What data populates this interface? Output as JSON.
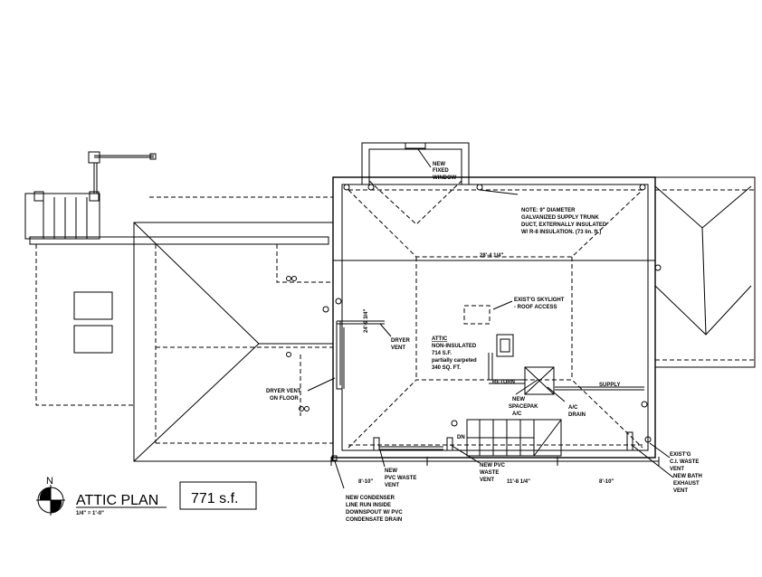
{
  "title": {
    "name": "ATTIC PLAN",
    "scale": "1/4\" = 1'-0\"",
    "area": "771 s.f.",
    "north": "N"
  },
  "notes": {
    "window": [
      "NEW",
      "FIXED",
      "WINDOW"
    ],
    "duct": [
      "NOTE: 9\" DIAMETER",
      "GALVANIZED SUPPLY TRUNK",
      "DUCT, EXTERNALLY INSULATED",
      "W/ R-8 INSULATION. (73 lin. ft.)"
    ],
    "skylight": [
      "EXIST'G SKYLIGHT",
      "- ROOF ACCESS"
    ],
    "attic": [
      "ATTIC",
      "NON-INSULATED",
      "714 S.F.",
      "partially carpeted",
      "340 SQ. FT."
    ],
    "dryer_vent": [
      "DRYER",
      "VENT"
    ],
    "dryer_vent_floor": [
      "DRYER VENT",
      "ON FLOOR"
    ],
    "return": "RETURN",
    "supply": "SUPPLY",
    "spacepak": [
      "NEW",
      "SPACEPAK",
      "A/C"
    ],
    "ac_drain": [
      "A/C",
      "DRAIN"
    ],
    "dn": "DN",
    "pvc_waste_1": [
      "NEW",
      "PVC WASTE",
      "VENT"
    ],
    "pvc_waste_2": [
      "NEW PVC",
      "WASTE",
      "VENT"
    ],
    "ci_waste": [
      "EXIST'G",
      "C.I. WASTE",
      "VENT"
    ],
    "bath_exhaust": [
      "NEW BATH",
      "EXHAUST",
      "VENT"
    ],
    "condenser": [
      "NEW CONDENSER",
      "LINE RUN INSIDE",
      "DOWNSPOUT W/ PVC",
      "CONDENSATE DRAIN"
    ]
  },
  "dimensions": {
    "width_total": "28'-4 1/4\"",
    "height_left": "24'-9 3/4\"",
    "seg_left": "8'-10\"",
    "seg_mid": "11'-8 1/4\"",
    "seg_right": "8'-10\""
  }
}
